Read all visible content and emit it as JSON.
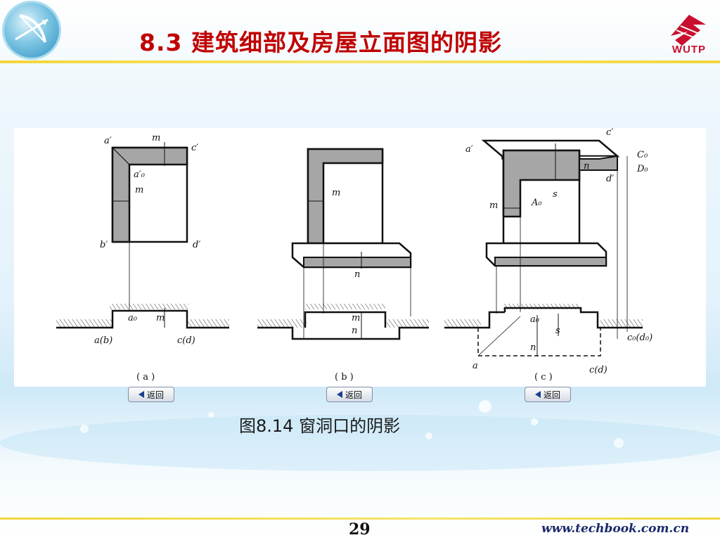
{
  "slide": {
    "title": "8.3  建筑细部及房屋立面图的阴影",
    "caption": "图8.14  窗洞口的阴影",
    "page_number": "29",
    "url": "www.techbook.com.cn",
    "logo_text": "WUTP"
  },
  "buttons": {
    "back_a": "返回",
    "back_b": "返回",
    "back_c": "返回"
  },
  "colors": {
    "title": "#c00000",
    "shadow": "#a6a6a6",
    "accent_line": "#f2d63c",
    "logo_red": "#c8102e"
  },
  "figure": {
    "sub_a": {
      "caption": "( a )",
      "labels": {
        "a_prime": "a′",
        "c_prime": "c′",
        "b_prime": "b′",
        "d_prime": "d′",
        "m_top": "m",
        "a0_prime": "a′₀",
        "m_left": "m",
        "a0": "a₀",
        "m_plan": "m",
        "ab": "a(b)",
        "cd": "c(d)"
      }
    },
    "sub_b": {
      "caption": "( b )",
      "labels": {
        "m": "m",
        "n_sill": "n",
        "n_plan": "n",
        "m_plan": "m"
      }
    },
    "sub_c": {
      "caption": "( c )",
      "labels": {
        "c_prime": "c′",
        "a_prime": "a′",
        "C0": "C₀",
        "D0": "D₀",
        "n": "n",
        "d_prime": "d′",
        "s": "s",
        "A0": "A₀",
        "m": "m",
        "a0": "a₀",
        "s_plan": "s",
        "n_plan": "n",
        "c0d0": "c₀(d₀)",
        "a": "a",
        "cd": "c(d)"
      }
    }
  }
}
